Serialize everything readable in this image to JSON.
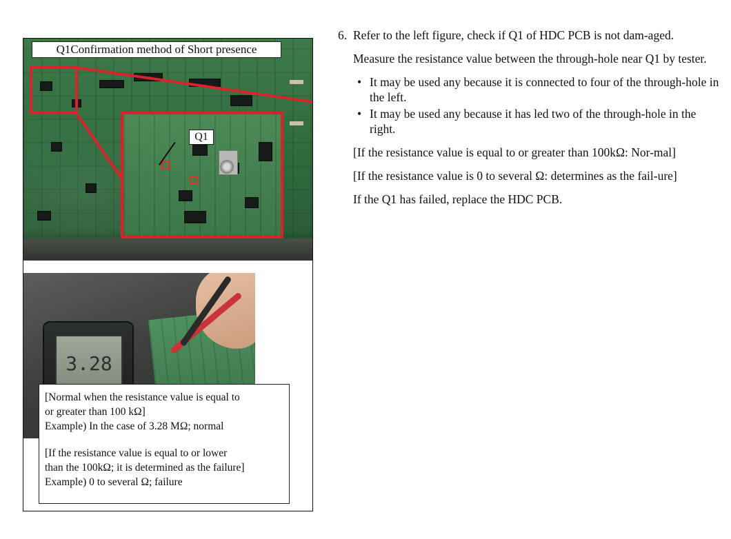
{
  "figure": {
    "title": "Q1Confirmation method of Short presence",
    "q1_label": "Q1",
    "meter_reading": "3.28",
    "note": {
      "line1": "[Normal when the resistance value is equal to",
      "line2": "or greater than 100 kΩ]",
      "line3": "Example) In the case of 3.28 MΩ; normal",
      "line4": "[If the resistance value is equal to or lower",
      "line5": "than the 100kΩ; it is determined as the failure]",
      "line6": "Example) 0 to several Ω; failure"
    }
  },
  "instructions": {
    "step_number": "6.",
    "step_text": "Refer to the left figure, check if Q1 of HDC PCB is not dam-aged.",
    "measure": "Measure the resistance value between the through-hole near Q1 by tester.",
    "bullets": [
      "It may be used any because it is connected to four of the through-hole in the left.",
      "It may be used any because it has led two of the through-hole in the right."
    ],
    "normal": "[If the resistance value is equal to or greater than 100kΩ: Nor-mal]",
    "failure": "[If the resistance value is 0 to several Ω: determines as the fail-ure]",
    "replace": "If the Q1 has failed, replace the HDC PCB."
  },
  "colors": {
    "highlight_red": "#d6242a",
    "pcb_green": "#3f7a4a"
  },
  "icons": {
    "bullet": "•"
  }
}
